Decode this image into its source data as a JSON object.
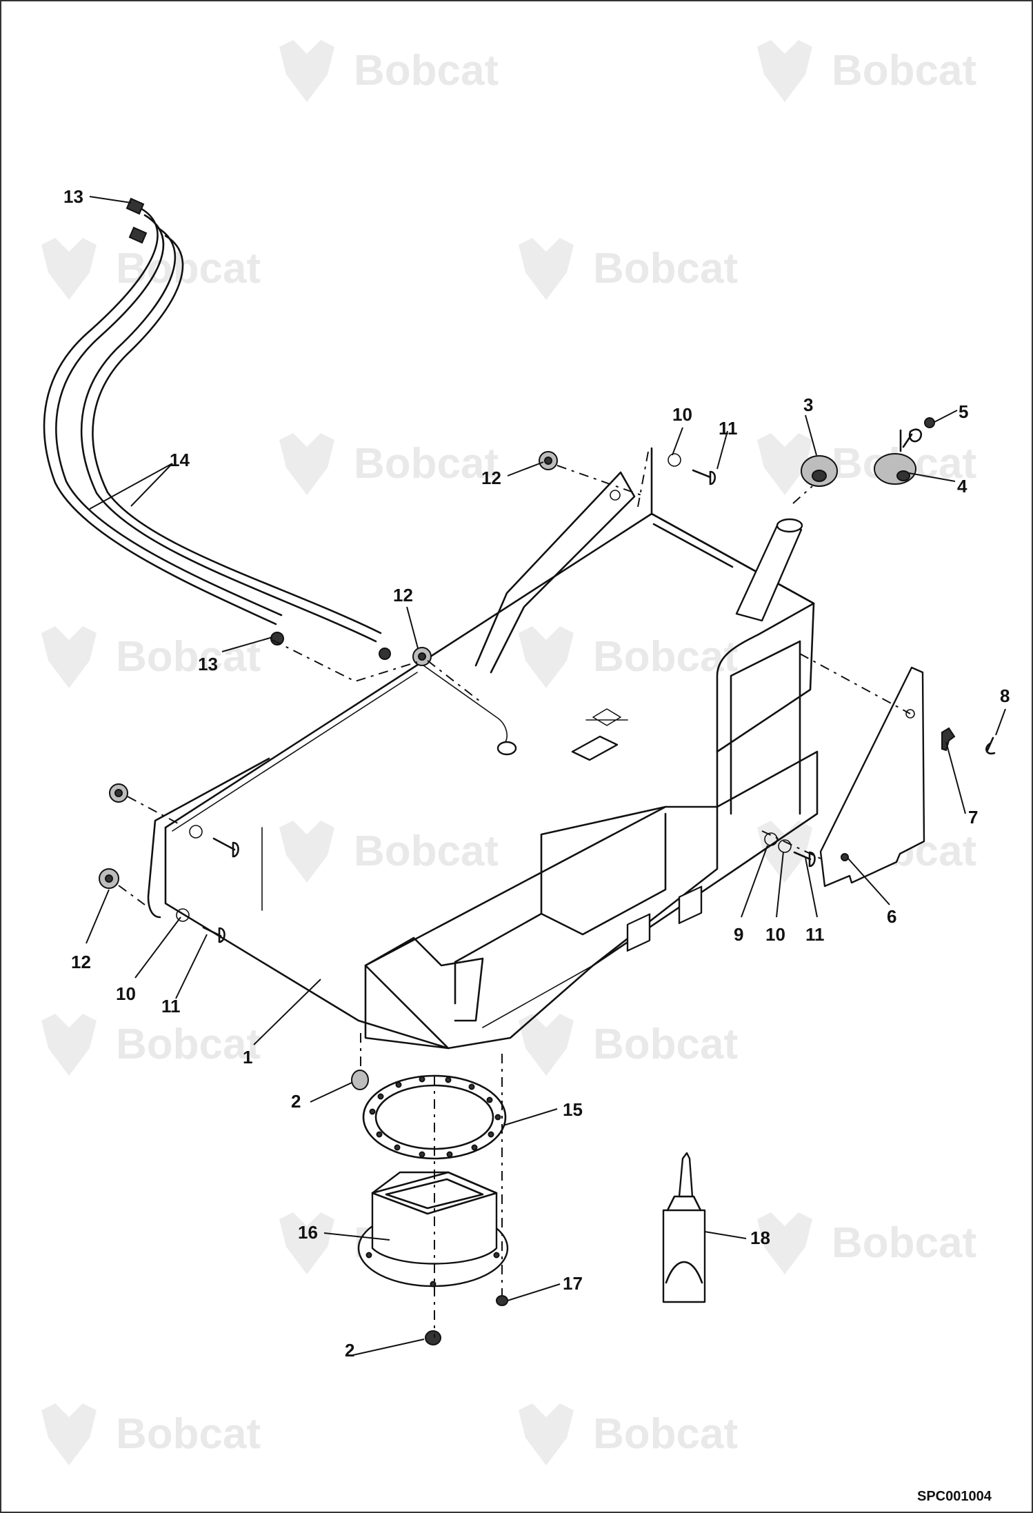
{
  "watermark": {
    "brand_text": "Bobcat"
  },
  "diagram_code": "SPC001004",
  "callouts": [
    {
      "id": "c1",
      "label": "1"
    },
    {
      "id": "c2a",
      "label": "2"
    },
    {
      "id": "c2b",
      "label": "2"
    },
    {
      "id": "c3",
      "label": "3"
    },
    {
      "id": "c4",
      "label": "4"
    },
    {
      "id": "c5",
      "label": "5"
    },
    {
      "id": "c6",
      "label": "6"
    },
    {
      "id": "c7",
      "label": "7"
    },
    {
      "id": "c8",
      "label": "8"
    },
    {
      "id": "c9",
      "label": "9"
    },
    {
      "id": "c10a",
      "label": "10"
    },
    {
      "id": "c10b",
      "label": "10"
    },
    {
      "id": "c10c",
      "label": "10"
    },
    {
      "id": "c11a",
      "label": "11"
    },
    {
      "id": "c11b",
      "label": "11"
    },
    {
      "id": "c11c",
      "label": "11"
    },
    {
      "id": "c12a",
      "label": "12"
    },
    {
      "id": "c12b",
      "label": "12"
    },
    {
      "id": "c12c",
      "label": "12"
    },
    {
      "id": "c13a",
      "label": "13"
    },
    {
      "id": "c13b",
      "label": "13"
    },
    {
      "id": "c14",
      "label": "14"
    },
    {
      "id": "c15",
      "label": "15"
    },
    {
      "id": "c16",
      "label": "16"
    },
    {
      "id": "c17",
      "label": "17"
    },
    {
      "id": "c18",
      "label": "18"
    }
  ]
}
